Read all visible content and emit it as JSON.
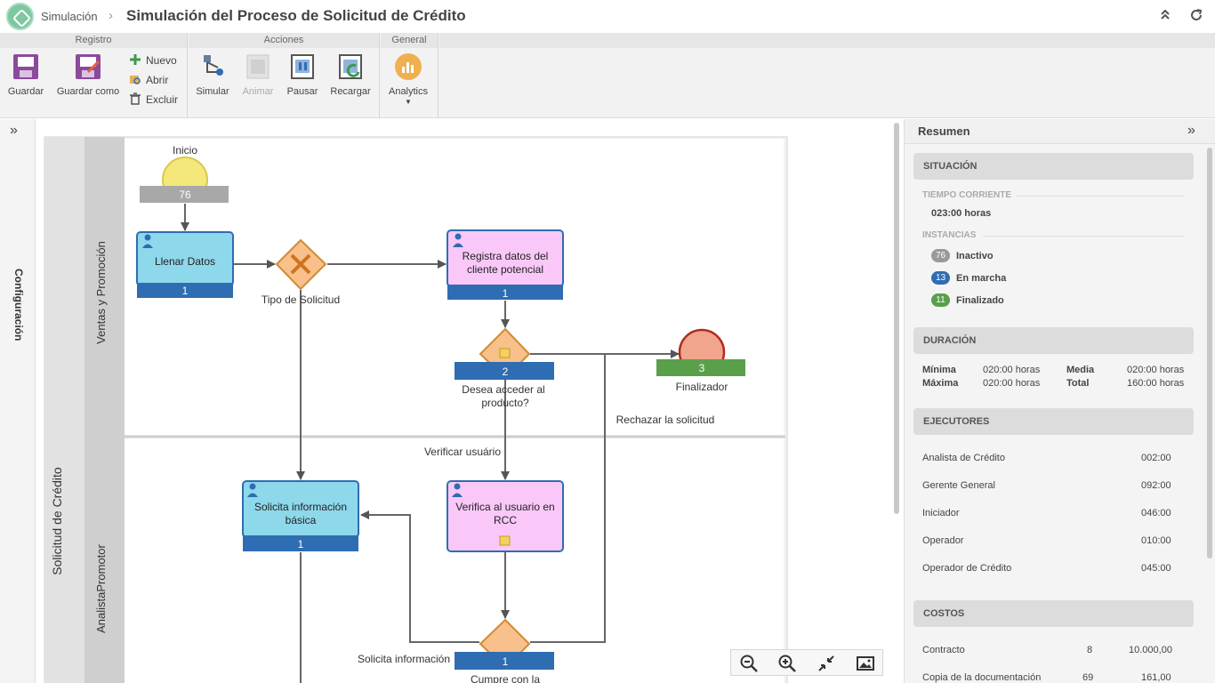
{
  "header": {
    "breadcrumb": "Simulación",
    "title": "Simulación del Proceso de Solicitud de Crédito"
  },
  "ribbon": {
    "groups": {
      "registro": "Registro",
      "acciones": "Acciones",
      "general": "General"
    },
    "guardar": "Guardar",
    "guardar_como": "Guardar como",
    "nuevo": "Nuevo",
    "abrir": "Abrir",
    "excluir": "Excluir",
    "simular": "Simular",
    "animar": "Animar",
    "pausar": "Pausar",
    "recargar": "Recargar",
    "analytics": "Analytics"
  },
  "left_panel": {
    "label": "Configuración"
  },
  "diagram": {
    "pool": "Solicitud de Crédito",
    "lanes": [
      "Ventas y Promoción",
      "AnalistaPromotor"
    ],
    "labels": {
      "inicio": "Inicio",
      "tipo_solicitud": "Tipo de Solicitud",
      "desea_1": "Desea acceder al",
      "desea_2": "producto?",
      "finalizador": "Finalizador",
      "rechazar": "Rechazar la solicitud",
      "verificar": "Verificar usuário",
      "solicita_info": "Solicita información",
      "cumple": "Cumpre con la"
    },
    "tasks": {
      "llenar_datos": "Llenar Datos",
      "registra_1": "Registra datos del",
      "registra_2": "cliente potencial",
      "solicita_1": "Solicita información",
      "solicita_2": "básica",
      "verifica_1": "Verifica al usuario en",
      "verifica_2": "RCC"
    },
    "counts": {
      "inicio": "76",
      "llenar_datos": "1",
      "registra": "1",
      "desea": "2",
      "finalizador": "3",
      "solicita": "1",
      "cumple": "1"
    }
  },
  "summary": {
    "title": "Resumen",
    "situacion": {
      "heading": "SITUACIÓN",
      "tiempo_label": "TIEMPO CORRIENTE",
      "tiempo_value": "023:00 horas",
      "instancias_label": "INSTANCIAS",
      "inactivo_count": "76",
      "inactivo_label": "Inactivo",
      "en_marcha_count": "13",
      "en_marcha_label": "En marcha",
      "finalizado_count": "11",
      "finalizado_label": "Finalizado"
    },
    "duracion": {
      "heading": "DURACIÓN",
      "minima_label": "Mínima",
      "minima_value": "020:00 horas",
      "media_label": "Media",
      "media_value": "020:00 horas",
      "maxima_label": "Máxima",
      "maxima_value": "020:00 horas",
      "total_label": "Total",
      "total_value": "160:00 horas"
    },
    "ejecutores": {
      "heading": "EJECUTORES",
      "rows": [
        {
          "name": "Analista de Crédito",
          "value": "002:00"
        },
        {
          "name": "Gerente General",
          "value": "092:00"
        },
        {
          "name": "Iniciador",
          "value": "046:00"
        },
        {
          "name": "Operador",
          "value": "010:00"
        },
        {
          "name": "Operador de Crédito",
          "value": "045:00"
        }
      ]
    },
    "costos": {
      "heading": "COSTOS",
      "rows": [
        {
          "name": "Contracto",
          "qty": "8",
          "value": "10.000,00"
        },
        {
          "name": "Copia de la documentación",
          "qty": "69",
          "value": "161,00"
        }
      ]
    }
  },
  "colors": {
    "task_blue": "#8ed8ec",
    "task_pink": "#f9c8f8",
    "bar_blue": "#2f6db2",
    "gateway": "#f8c08a",
    "start": "#f5e87a",
    "end": "#f1a58d",
    "end_bar": "#5aa04a",
    "pill_grey": "#999999",
    "pill_blue": "#2f6db2",
    "pill_green": "#5aa04a"
  },
  "icons": [
    "save-icon",
    "save-as-icon",
    "plus-icon",
    "open-icon",
    "trash-icon",
    "simulate-icon",
    "animate-icon",
    "pause-icon",
    "reload-icon",
    "analytics-icon",
    "chevrons-up-icon",
    "refresh-icon",
    "user-icon",
    "zoom-out-icon",
    "zoom-in-icon",
    "fit-icon",
    "image-icon"
  ]
}
